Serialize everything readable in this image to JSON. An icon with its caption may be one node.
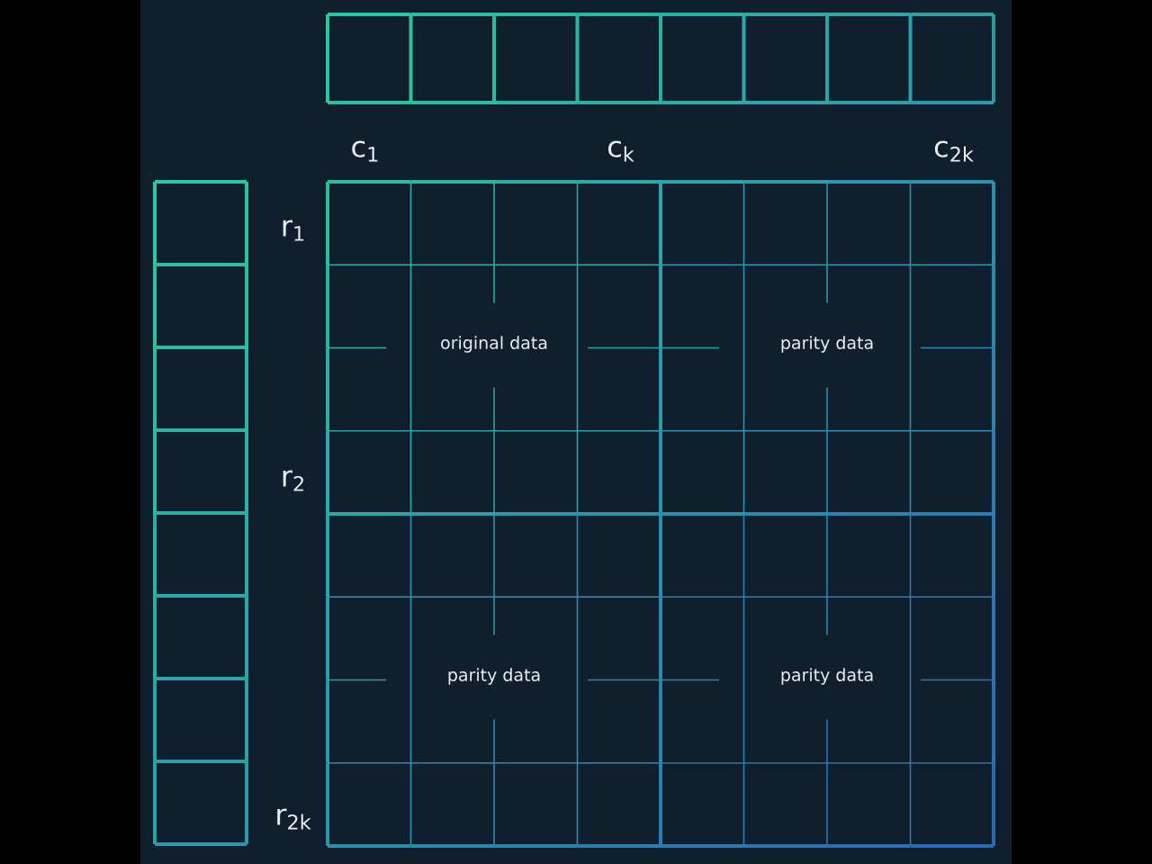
{
  "diagram": {
    "nodes": [
      {
        "text": [
          "original data"
        ]
      },
      {
        "text": [
          "parity data"
        ]
      },
      {
        "text": [
          "parity data"
        ]
      },
      {
        "text": [
          "parity data"
        ]
      }
    ],
    "edges": [],
    "labels": [
      "c$_{1}$",
      "c$_{k}$",
      "c$_{2k}$",
      "r$_{1}$",
      "r$_{2}$",
      "r$_{2k}$"
    ]
  }
}
